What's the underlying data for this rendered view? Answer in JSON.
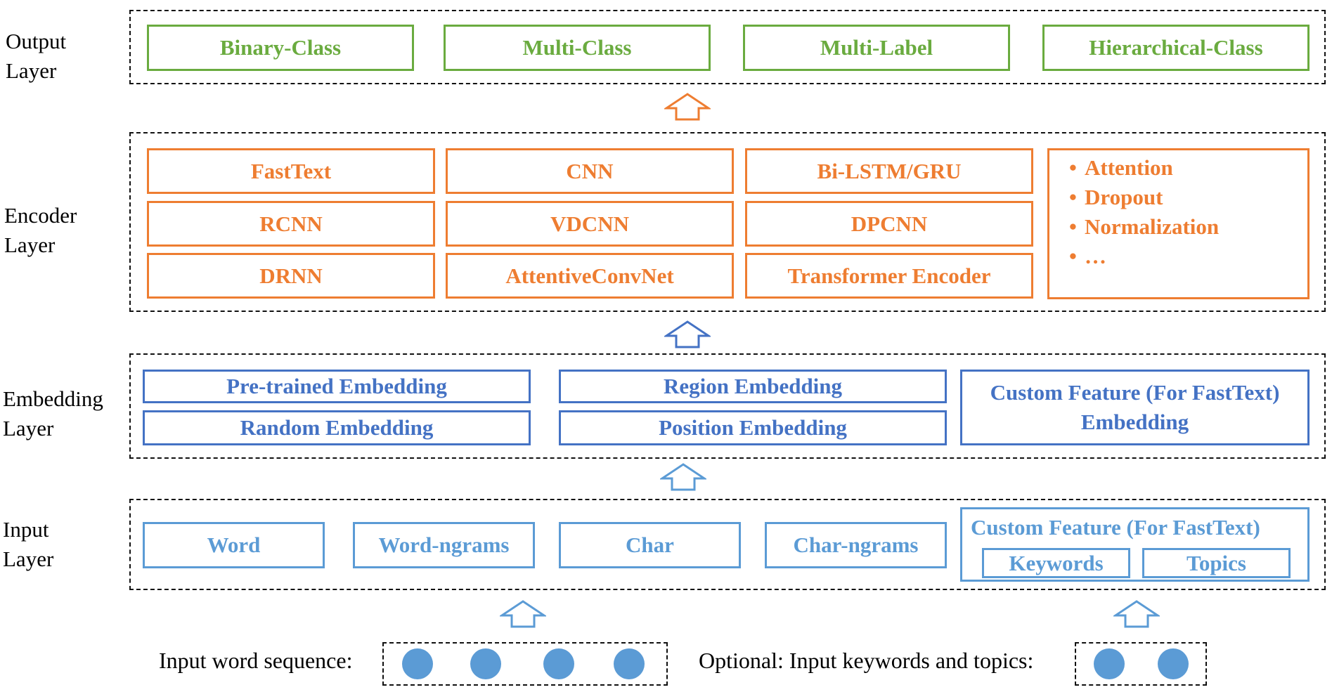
{
  "layers": {
    "output": {
      "label_line1": "Output",
      "label_line2": "Layer",
      "boxes": [
        "Binary-Class",
        "Multi-Class",
        "Multi-Label",
        "Hierarchical-Class"
      ]
    },
    "encoder": {
      "label_line1": "Encoder",
      "label_line2": "Layer",
      "boxes": [
        "FastText",
        "CNN",
        "Bi-LSTM/GRU",
        "RCNN",
        "VDCNN",
        "DPCNN",
        "DRNN",
        "AttentiveConvNet",
        "Transformer Encoder"
      ],
      "extras": [
        "Attention",
        "Dropout",
        "Normalization",
        "…"
      ]
    },
    "embedding": {
      "label_line1": "Embedding",
      "label_line2": "Layer",
      "boxes": [
        "Pre-trained Embedding",
        "Random Embedding",
        "Region Embedding",
        "Position Embedding"
      ],
      "custom_line1": "Custom Feature (For FastText)",
      "custom_line2": "Embedding"
    },
    "input": {
      "label_line1": "Input",
      "label_line2": "Layer",
      "boxes": [
        "Word",
        "Word-ngrams",
        "Char",
        "Char-ngrams"
      ],
      "custom_header": "Custom Feature (For FastText)",
      "custom_sub": [
        "Keywords",
        "Topics"
      ]
    }
  },
  "inputs": {
    "word_sequence_label": "Input word sequence:",
    "optional_label": "Optional: Input keywords and topics:"
  },
  "colors": {
    "output": "#6aab3f",
    "encoder": "#ee7d31",
    "embedding": "#4472c4",
    "input": "#5b9bd5"
  }
}
